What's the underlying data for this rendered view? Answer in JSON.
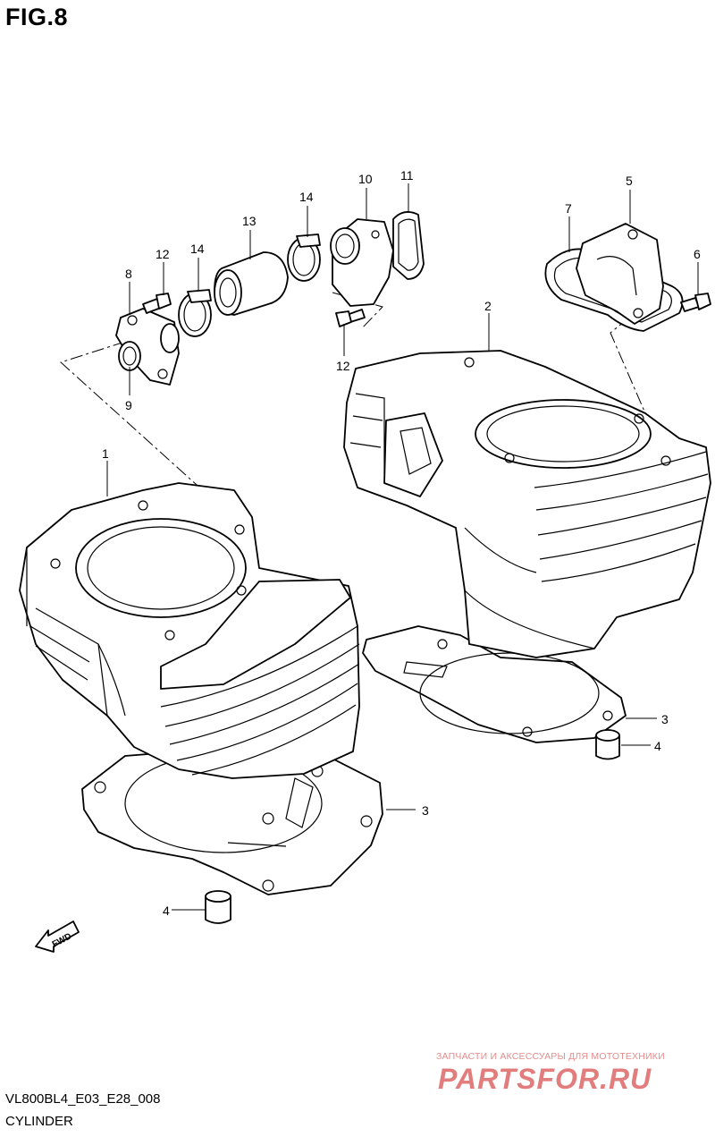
{
  "figure": {
    "title": "FIG.8"
  },
  "callouts": [
    {
      "id": "c1",
      "text": "1"
    },
    {
      "id": "c2",
      "text": "2"
    },
    {
      "id": "c3a",
      "text": "3"
    },
    {
      "id": "c3b",
      "text": "3"
    },
    {
      "id": "c4a",
      "text": "4"
    },
    {
      "id": "c4b",
      "text": "4"
    },
    {
      "id": "c5",
      "text": "5"
    },
    {
      "id": "c6",
      "text": "6"
    },
    {
      "id": "c7",
      "text": "7"
    },
    {
      "id": "c8",
      "text": "8"
    },
    {
      "id": "c9",
      "text": "9"
    },
    {
      "id": "c10",
      "text": "10"
    },
    {
      "id": "c11",
      "text": "11"
    },
    {
      "id": "c12a",
      "text": "12"
    },
    {
      "id": "c12b",
      "text": "12"
    },
    {
      "id": "c13",
      "text": "13"
    },
    {
      "id": "c14a",
      "text": "14"
    },
    {
      "id": "c14b",
      "text": "14"
    }
  ],
  "direction_marker": {
    "text": "FWD",
    "icon": "arrow-left-icon"
  },
  "footer": {
    "code": "VL800BL4_E03_E28_008",
    "caption": "CYLINDER"
  },
  "watermark": {
    "tagline": "ЗАПЧАСТИ И АКСЕССУАРЫ ДЛЯ МОТОТЕХНИКИ",
    "brand": "PARTSFOR.RU"
  }
}
